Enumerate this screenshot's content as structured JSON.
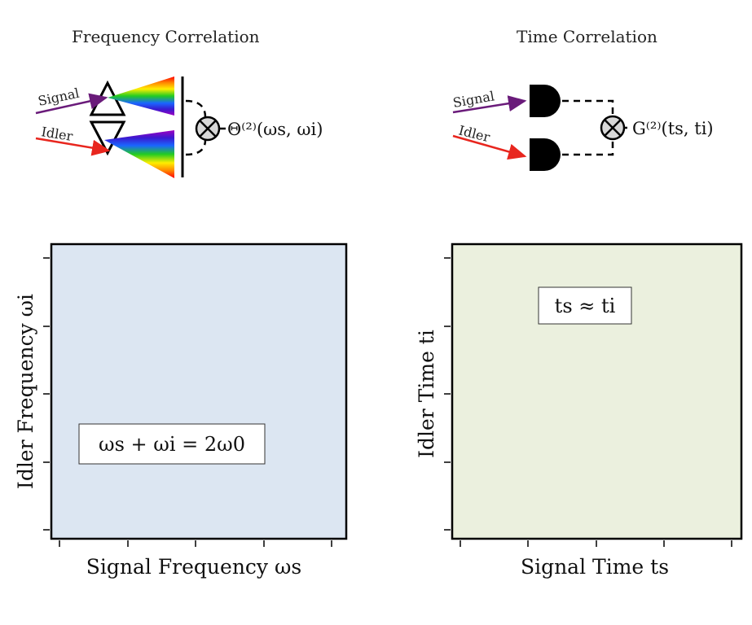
{
  "left_panel": {
    "title": "Frequency Correlation",
    "signal_label": "Signal",
    "idler_label": "Idler",
    "correlator_label": "Θ⁽²⁾(ωs, ωi)",
    "box_equation": "ωs + ωi = 2ω0",
    "xlabel": "Signal Frequency ωs",
    "ylabel": "Idler Frequency ωi",
    "colors": {
      "background": "#dce6f2",
      "levels": [
        "#bcd0ea",
        "#7fa6d8",
        "#3f6aa8",
        "#1c3458",
        "#0f1c30"
      ]
    }
  },
  "right_panel": {
    "title": "Time Correlation",
    "signal_label": "Signal",
    "idler_label": "Idler",
    "correlator_label": "G⁽²⁾(ts, ti)",
    "box_equation": "ts ≈ ti",
    "xlabel": "Signal Time ts",
    "ylabel": "Idler Time ti",
    "colors": {
      "background": "#ebf0de",
      "levels": [
        "#d2e2b4",
        "#9fc27a",
        "#5d8a3a",
        "#2c4a1c",
        "#142610"
      ]
    }
  },
  "colors": {
    "signal_arrow": "#6a1b7a",
    "idler_arrow": "#e8261e"
  }
}
